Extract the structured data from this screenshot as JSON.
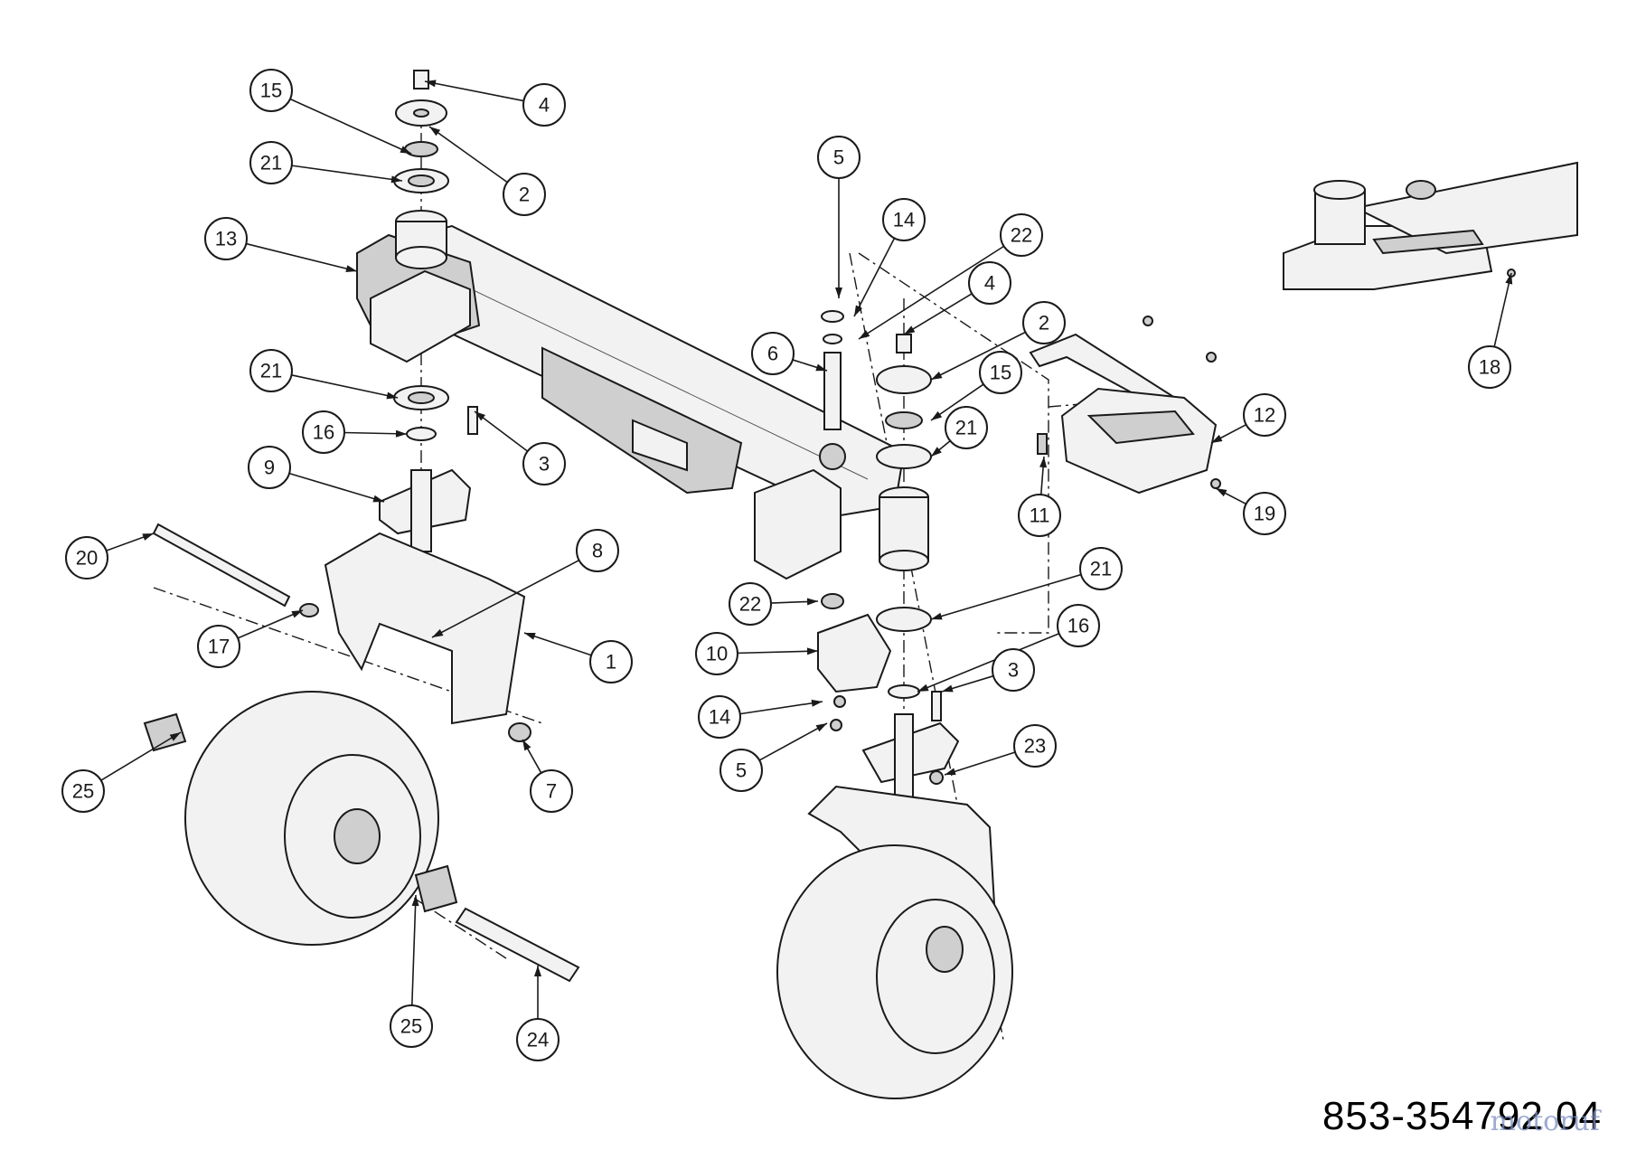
{
  "diagram": {
    "drawing_number": "853-354792 04",
    "watermark": "motoruf",
    "callouts": [
      {
        "label": "15"
      },
      {
        "label": "4"
      },
      {
        "label": "21"
      },
      {
        "label": "2"
      },
      {
        "label": "13"
      },
      {
        "label": "21"
      },
      {
        "label": "16"
      },
      {
        "label": "3"
      },
      {
        "label": "9"
      },
      {
        "label": "20"
      },
      {
        "label": "17"
      },
      {
        "label": "8"
      },
      {
        "label": "1"
      },
      {
        "label": "25"
      },
      {
        "label": "7"
      },
      {
        "label": "25"
      },
      {
        "label": "24"
      },
      {
        "label": "5"
      },
      {
        "label": "14"
      },
      {
        "label": "22"
      },
      {
        "label": "4"
      },
      {
        "label": "6"
      },
      {
        "label": "2"
      },
      {
        "label": "15"
      },
      {
        "label": "21"
      },
      {
        "label": "11"
      },
      {
        "label": "12"
      },
      {
        "label": "19"
      },
      {
        "label": "18"
      },
      {
        "label": "21"
      },
      {
        "label": "22"
      },
      {
        "label": "16"
      },
      {
        "label": "10"
      },
      {
        "label": "3"
      },
      {
        "label": "14"
      },
      {
        "label": "23"
      },
      {
        "label": "5"
      }
    ]
  }
}
